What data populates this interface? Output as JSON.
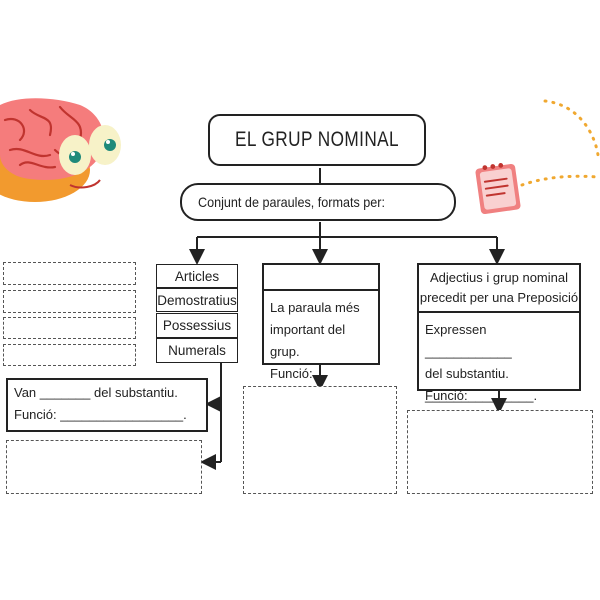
{
  "title": "EL GRUP NOMINAL",
  "subtitle": "Conjunt de paraules, formats per:",
  "left_column": {
    "items": [
      "Articles",
      "Demostratius",
      "Possessius",
      "Numerals"
    ],
    "blank_line": "Van _______ del substantiu.",
    "blank_line_2": "Funció: _________________."
  },
  "middle_column": {
    "text_line_1": "La paraula més",
    "text_line_2": "important del grup.",
    "text_line_3": "Funció: _________."
  },
  "right_column": {
    "header_line_1": "Adjectius i grup nominal",
    "header_line_2": "precedit per una Preposició",
    "text_line_1": "Expressen ____________",
    "text_line_2": "del substantiu.",
    "text_line_3": "Funció:",
    "text_line_4": "_______________."
  },
  "colors": {
    "brain": "#f16b6b",
    "brain_lines": "#c0342f",
    "orange": "#f29a2e",
    "dots": "#f0a830",
    "notepad": "#f08080"
  }
}
